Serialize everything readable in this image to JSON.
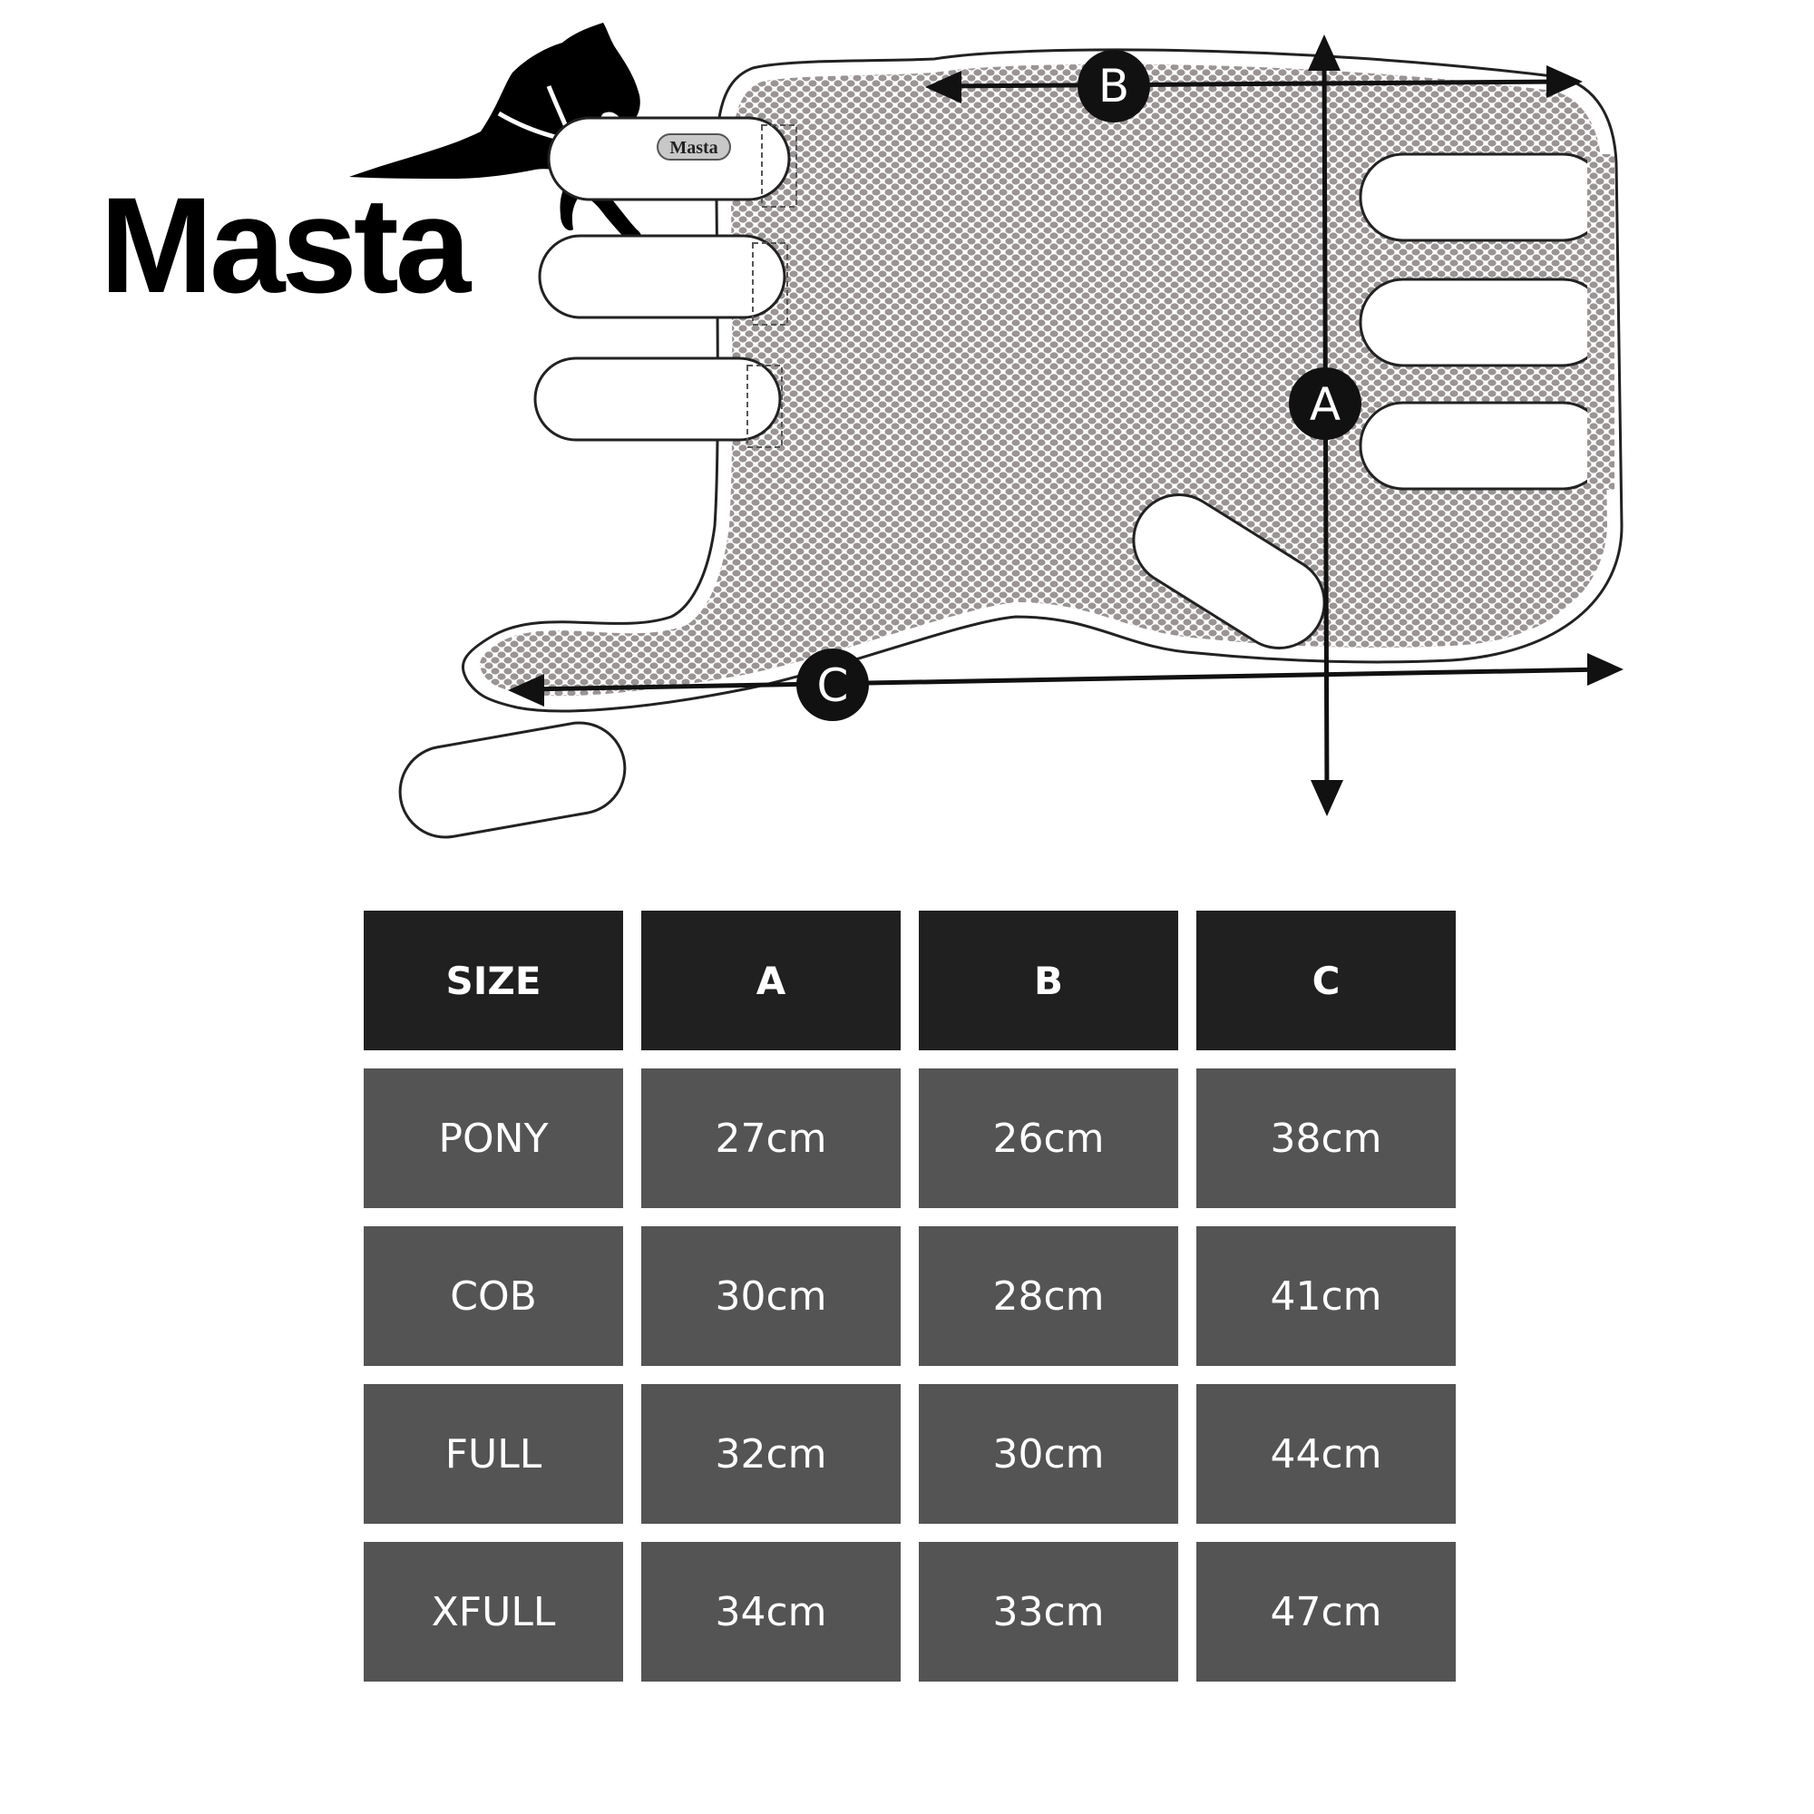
{
  "brand": {
    "name": "Masta",
    "strap_label": "Masta"
  },
  "diagram": {
    "labels": [
      "A",
      "B",
      "C"
    ]
  },
  "table": {
    "headers": [
      "SIZE",
      "A",
      "B",
      "C"
    ],
    "rows": [
      [
        "PONY",
        "27cm",
        "26cm",
        "38cm"
      ],
      [
        "COB",
        "30cm",
        "28cm",
        "41cm"
      ],
      [
        "FULL",
        "32cm",
        "30cm",
        "44cm"
      ],
      [
        "XFULL",
        "34cm",
        "33cm",
        "47cm"
      ]
    ]
  },
  "colors": {
    "header_bg": "#202020",
    "cell_bg": "#545454",
    "mesh": "#9a9494",
    "text": "#ffffff"
  }
}
